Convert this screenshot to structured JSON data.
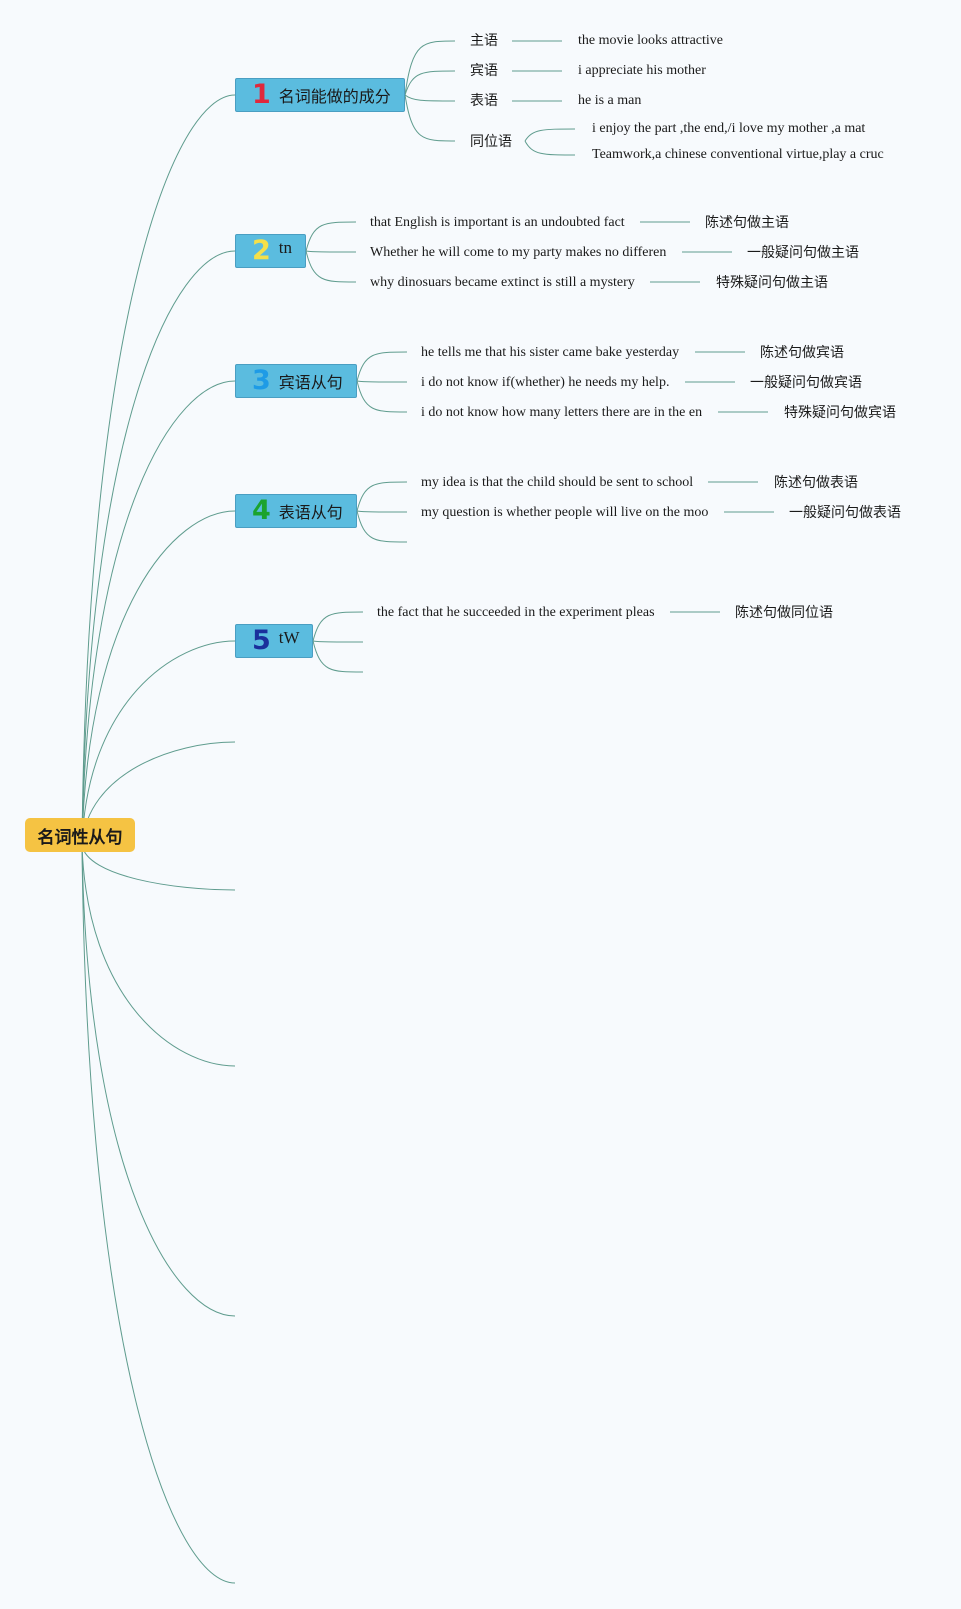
{
  "root": {
    "label": "名词性从句"
  },
  "branches": [
    {
      "number": "1",
      "number_color": "#e0283c",
      "label": "名词能做的成分",
      "children": [
        {
          "label": "主语",
          "example": "the movie looks attractive"
        },
        {
          "label": "宾语",
          "example": "i appreciate his mother"
        },
        {
          "label": "表语",
          "example": "he is a man"
        },
        {
          "label": "同位语",
          "examples": [
            "i enjoy the part ,the end,/i love my mother ,a mat",
            "Teamwork,a chinese conventional virtue,play a cruc"
          ]
        }
      ]
    },
    {
      "number": "2",
      "number_color": "#f5e04a",
      "label": "tn",
      "children": [
        {
          "sentence": "that English is important is an undoubted fact",
          "type": "陈述句做主语"
        },
        {
          "sentence": "Whether he will come to my party makes no differen",
          "type": "一般疑问句做主语"
        },
        {
          "sentence": "why dinosuars became extinct is still a mystery",
          "type": "特殊疑问句做主语"
        }
      ]
    },
    {
      "number": "3",
      "number_color": "#1e9be6",
      "label": "宾语从句",
      "children": [
        {
          "sentence": "he tells me that his sister came bake yesterday",
          "type": "陈述句做宾语"
        },
        {
          "sentence": "i do not know if(whether) he needs my help.",
          "type": "一般疑问句做宾语"
        },
        {
          "sentence": "i do not know how many letters there are in the en",
          "type": "特殊疑问句做宾语"
        }
      ]
    },
    {
      "number": "4",
      "number_color": "#1ba32e",
      "label": "表语从句",
      "children": [
        {
          "sentence": "my idea is that the child should be sent to school",
          "type": "陈述句做表语"
        },
        {
          "sentence": "my question is whether people will live on the moo",
          "type": "一般疑问句做表语"
        }
      ]
    },
    {
      "number": "5",
      "number_color": "#1a2f9c",
      "label": "tW",
      "children": [
        {
          "sentence": "the fact that he succeeded in the experiment pleas",
          "type": "陈述句做同位语"
        }
      ]
    }
  ],
  "colors": {
    "edge": "#5f9c8e",
    "root": "#f5c343",
    "branch": "#5bbcdf"
  }
}
